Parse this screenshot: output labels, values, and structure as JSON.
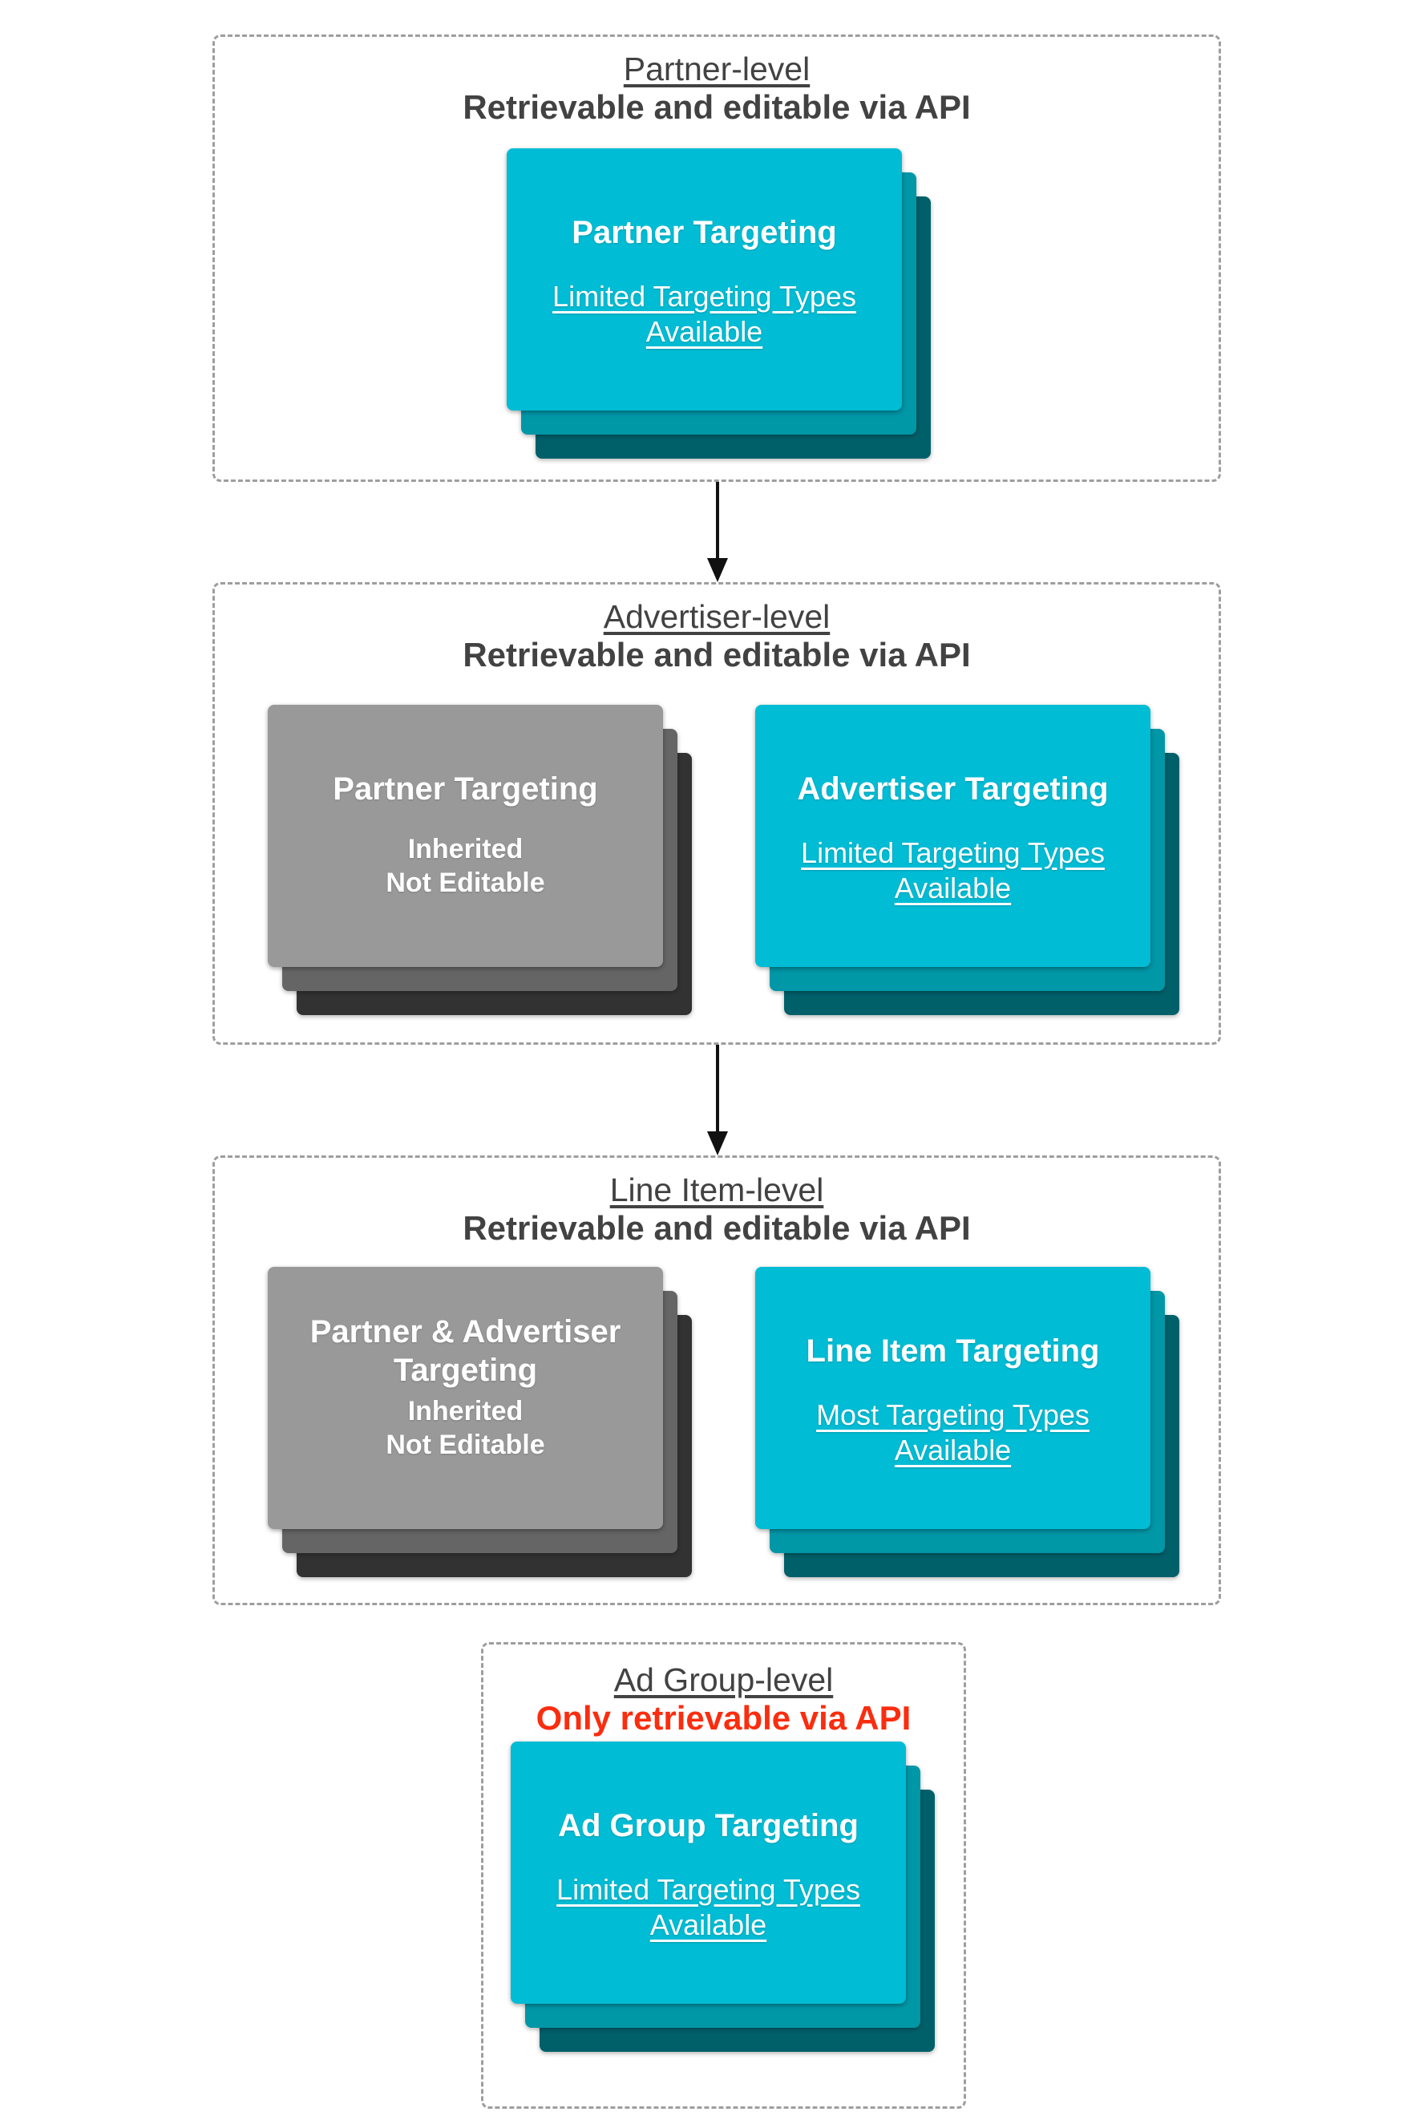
{
  "colors": {
    "cyan": "#00BCD4",
    "cyan_mid": "#0097A7",
    "cyan_dark": "#00606A",
    "gray": "#999999",
    "gray_mid": "#656565",
    "gray_dark": "#323232",
    "title": "#424242",
    "red": "#FA2D0F",
    "arrow": "#111111",
    "dash": "#9E9E9E"
  },
  "sections": [
    {
      "id": "partner-level",
      "title": "Partner-level",
      "subtitle": "Retrievable and editable via API",
      "cards": [
        {
          "variant": "cyan",
          "title": "Partner Targeting",
          "lines": [
            "Limited Targeting Types",
            "Available"
          ],
          "underlined": true
        }
      ]
    },
    {
      "id": "advertiser-level",
      "title": "Advertiser-level",
      "subtitle": "Retrievable and editable via API",
      "cards": [
        {
          "variant": "gray",
          "title": "Partner Targeting",
          "lines": [
            "Inherited",
            "Not Editable"
          ],
          "underlined": false
        },
        {
          "variant": "cyan",
          "title": "Advertiser Targeting",
          "lines": [
            "Limited Targeting Types",
            "Available"
          ],
          "underlined": true
        }
      ]
    },
    {
      "id": "line-item-level",
      "title": "Line Item-level",
      "subtitle": "Retrievable and editable via API",
      "cards": [
        {
          "variant": "gray",
          "title": "Partner & Advertiser Targeting",
          "lines": [
            "Inherited",
            "Not Editable"
          ],
          "underlined": false
        },
        {
          "variant": "cyan",
          "title": "Line Item Targeting",
          "lines": [
            "Most Targeting Types",
            "Available"
          ],
          "underlined": true
        }
      ]
    },
    {
      "id": "ad-group-level",
      "title": "Ad Group-level",
      "subtitle": "Only retrievable via API",
      "subtitle_style": "red",
      "cards": [
        {
          "variant": "cyan",
          "title": "Ad Group Targeting",
          "lines": [
            "Limited Targeting Types",
            "Available"
          ],
          "underlined": true
        }
      ]
    }
  ]
}
